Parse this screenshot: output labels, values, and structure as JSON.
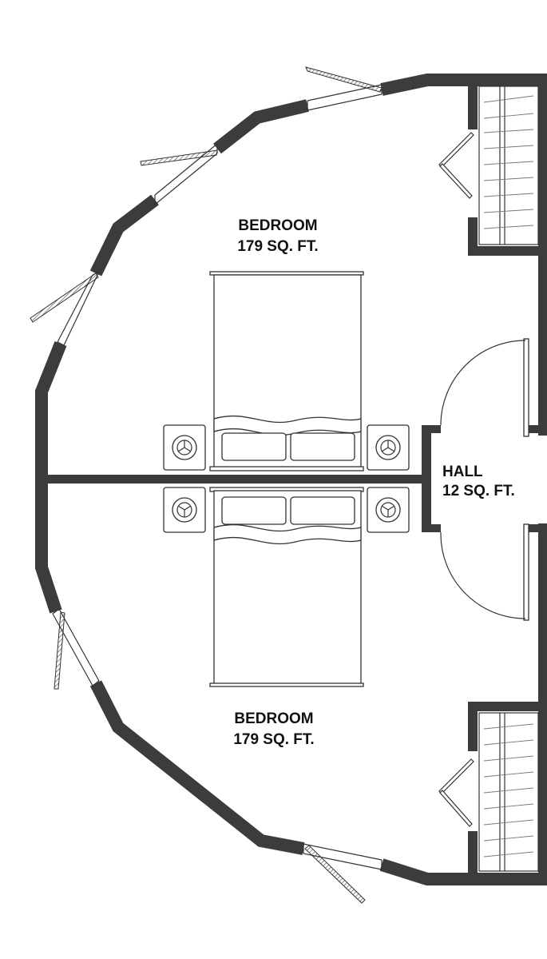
{
  "colors": {
    "wall": "#3c3c3c",
    "line": "#333333",
    "background": "#ffffff"
  },
  "rooms": [
    {
      "name": "BEDROOM",
      "area": "179 SQ. FT."
    },
    {
      "name": "HALL",
      "area": "12 SQ. FT."
    },
    {
      "name": "BEDROOM",
      "area": "179 SQ. FT."
    }
  ]
}
